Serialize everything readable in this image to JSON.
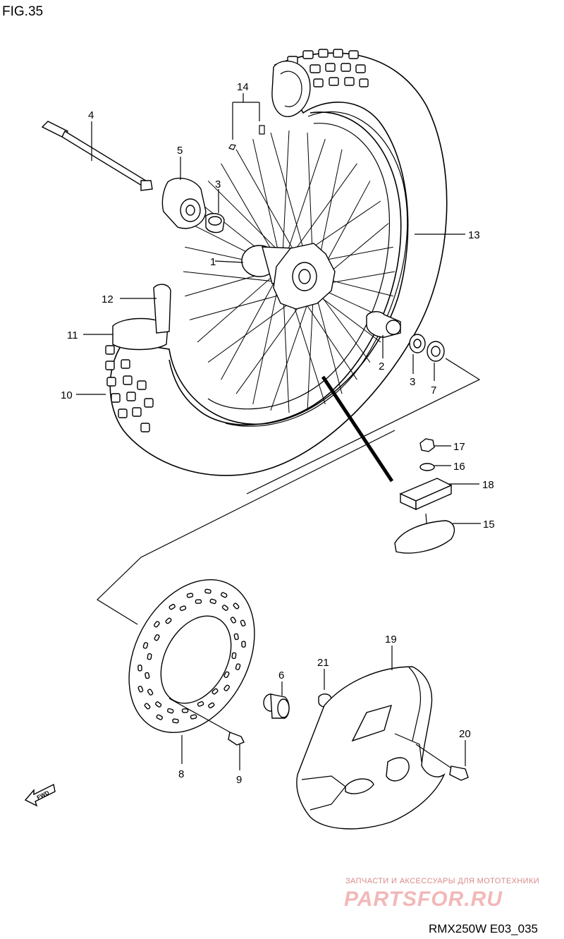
{
  "figure": {
    "title": "FIG.35",
    "drawing_code": "RMX250W E03_035"
  },
  "callouts": [
    {
      "id": "c1",
      "text": "1"
    },
    {
      "id": "c2",
      "text": "2"
    },
    {
      "id": "c3a",
      "text": "3"
    },
    {
      "id": "c3b",
      "text": "3"
    },
    {
      "id": "c4",
      "text": "4"
    },
    {
      "id": "c5",
      "text": "5"
    },
    {
      "id": "c6",
      "text": "6"
    },
    {
      "id": "c7",
      "text": "7"
    },
    {
      "id": "c8",
      "text": "8"
    },
    {
      "id": "c9",
      "text": "9"
    },
    {
      "id": "c10",
      "text": "10"
    },
    {
      "id": "c11",
      "text": "11"
    },
    {
      "id": "c12",
      "text": "12"
    },
    {
      "id": "c13",
      "text": "13"
    },
    {
      "id": "c14",
      "text": "14"
    },
    {
      "id": "c15",
      "text": "15"
    },
    {
      "id": "c16",
      "text": "16"
    },
    {
      "id": "c17",
      "text": "17"
    },
    {
      "id": "c18",
      "text": "18"
    },
    {
      "id": "c19",
      "text": "19"
    },
    {
      "id": "c20",
      "text": "20"
    },
    {
      "id": "c21",
      "text": "21"
    }
  ],
  "direction_marker": {
    "text": "FWD",
    "icon": "forward-arrow-icon"
  },
  "watermark": {
    "tagline": "ЗАПЧАСТИ И АКСЕССУАРЫ ДЛЯ МОТОТЕХНИКИ",
    "brand": "PARTSFOR.RU",
    "color": "#f2b8b8"
  }
}
